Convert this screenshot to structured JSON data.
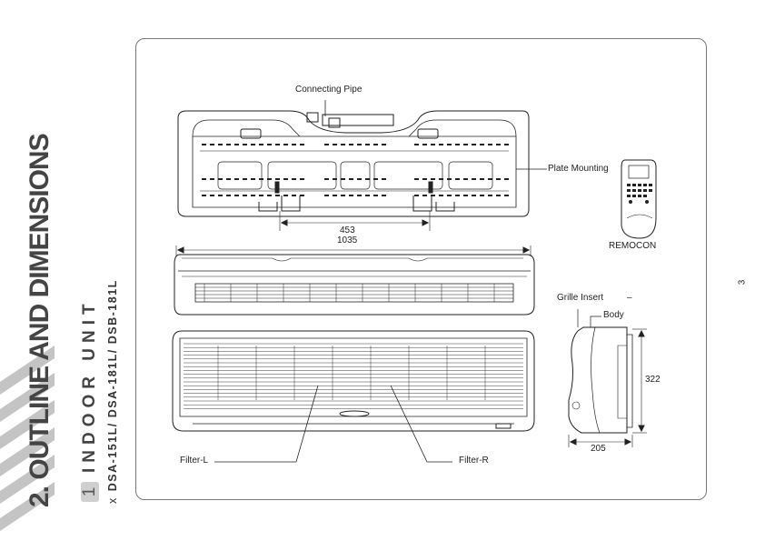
{
  "page": {
    "main_title": "2. OUTLINE AND DIMENSIONS",
    "section_number": "1",
    "section_title": "INDOOR UNIT",
    "models_prefix": "x",
    "models": "DSA-151L/ DSA-181L/ DSB-181L",
    "page_number": "3"
  },
  "labels": {
    "connecting_pipe": "Connecting Pipe",
    "plate_mounting": "Plate Mounting",
    "remocon": "REMOCON",
    "dim_453": "453",
    "dim_1035": "1035",
    "grille_insert": "Grille Insert",
    "grille_dash": "–",
    "body": "Body",
    "dim_322": "322",
    "dim_205": "205",
    "filter_l": "Filter-L",
    "filter_r": "Filter-R"
  },
  "colors": {
    "line": "#222222",
    "frame": "#777777",
    "stripe": "#bbbbbb",
    "title": "#444444"
  }
}
